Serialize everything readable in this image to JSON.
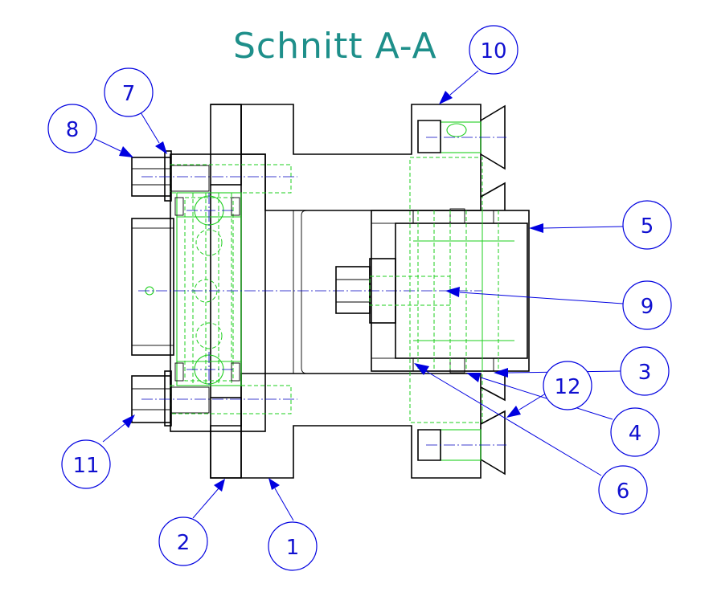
{
  "title": "Schnitt A-A",
  "colors": {
    "title": "#1e8f8a",
    "balloon": "#0000e0",
    "hatch": "#c040c0",
    "hidden_lines": "#1ecf1e",
    "outline": "#000000"
  },
  "balloons": [
    {
      "id": "b1",
      "label": "1"
    },
    {
      "id": "b2",
      "label": "2"
    },
    {
      "id": "b3",
      "label": "3"
    },
    {
      "id": "b4",
      "label": "4"
    },
    {
      "id": "b5",
      "label": "5"
    },
    {
      "id": "b6",
      "label": "6"
    },
    {
      "id": "b7",
      "label": "7"
    },
    {
      "id": "b8",
      "label": "8"
    },
    {
      "id": "b9",
      "label": "9"
    },
    {
      "id": "b10",
      "label": "10"
    },
    {
      "id": "b11",
      "label": "11"
    },
    {
      "id": "b12",
      "label": "12"
    }
  ]
}
